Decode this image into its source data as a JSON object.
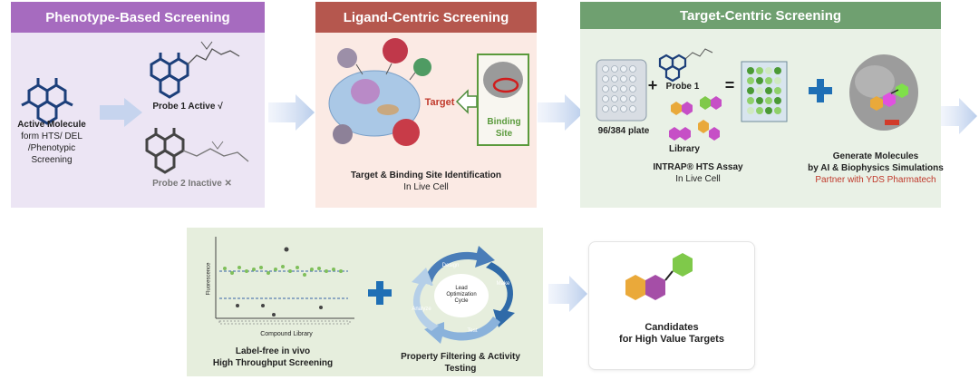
{
  "phenotype": {
    "header": "Phenotype-Based Screening",
    "active_line1": "Active Molecule",
    "active_line2": "form HTS/ DEL",
    "active_line3": "/Phenotypic",
    "active_line4": "Screening",
    "probe1": "Probe 1 Active √",
    "probe2": "Probe 2 Inactive ✕"
  },
  "ligand": {
    "header": "Ligand-Centric Screening",
    "target": "Target",
    "binding_line1": "Binding",
    "binding_line2": "Site",
    "caption_line1": "Target & Binding Site Identification",
    "caption_line2": "In Live Cell"
  },
  "target": {
    "header": "Target-Centric Screening",
    "plate": "96/384 plate",
    "probe": "Probe 1",
    "library": "Library",
    "plus": "+",
    "equals": "=",
    "assay_line1": "INTRAP® HTS Assay",
    "assay_line2": "In Live Cell",
    "gen_line1": "Generate Molecules",
    "gen_line2": "by AI & Biophysics Simulations",
    "partner": "Partner with YDS Pharmatech"
  },
  "bottom": {
    "ylabel": "Fluorescence",
    "xlabel": "Compound Library",
    "labelfree_line1": "Label-free in vivo",
    "labelfree_line2": "High Throughput Screening",
    "cycle_center_line1": "Lead",
    "cycle_center_line2": "Optimization",
    "cycle_center_line3": "Cycle",
    "cycle_design": "Design",
    "cycle_make": "Make",
    "cycle_test": "Test",
    "cycle_analyze": "Analyze",
    "property_line1": "Property Filtering & Activity",
    "property_line2": "Testing",
    "cand_line1": "Candidates",
    "cand_line2": "for High Value Targets"
  },
  "colors": {
    "phenotype_header": "#a66bbf",
    "phenotype_bg": "#ece5f4",
    "ligand_header": "#b5574e",
    "ligand_bg": "#fbeae4",
    "target_header": "#6fa070",
    "target_bg": "#e9f1e6",
    "bottom_bg": "#e6eedd",
    "plus_blue": "#1f6fb5",
    "partner_red": "#c0392b",
    "green_site": "#5a9a3c"
  }
}
